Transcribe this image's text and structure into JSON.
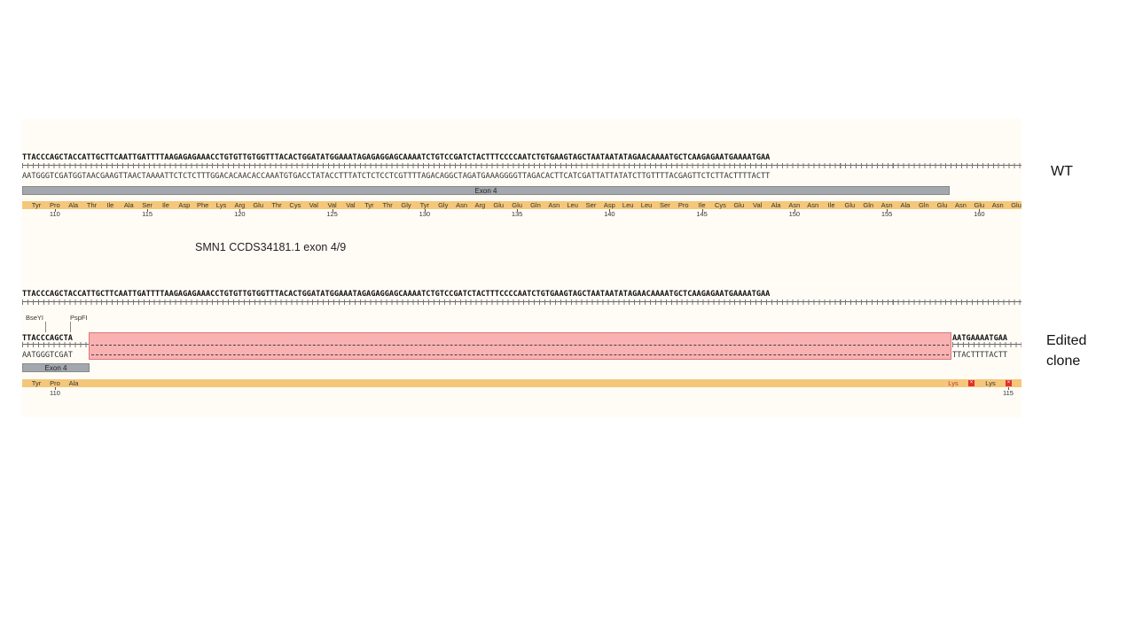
{
  "wt": {
    "label": "WT",
    "top_seq": "TTACCCAGCTACCATTGCTTCAATTGATTTTAAGAGAGAAACCTGTGTTGTGGTTTACACTGGATATGGAAATAGAGAGGAGCAAAATCTGTCCGATCTACTTTCCCCAATCTGTGAAGTAGCTAATAATATAGAACAAAATGCTCAAGAGAATGAAAATGAA",
    "bottom_seq": "AATGGGTCGATGGTAACGAAGTTAACTAAAATTCTCTCTTTGGACACAACACCAAATGTGACCTATACCTTTATCTCTCCTCGTTTTAGACAGGCTAGATGAAAGGGGTTAGACACTTCATCGATTATTATATCTTGTTTTACGAGTTCTCTTACTTTTACTT",
    "exon_label": "Exon 4",
    "amino_acids": [
      "Tyr",
      "Pro",
      "Ala",
      "Thr",
      "Ile",
      "Ala",
      "Ser",
      "Ile",
      "Asp",
      "Phe",
      "Lys",
      "Arg",
      "Glu",
      "Thr",
      "Cys",
      "Val",
      "Val",
      "Val",
      "Tyr",
      "Thr",
      "Gly",
      "Tyr",
      "Gly",
      "Asn",
      "Arg",
      "Glu",
      "Glu",
      "Gln",
      "Asn",
      "Leu",
      "Ser",
      "Asp",
      "Leu",
      "Leu",
      "Ser",
      "Pro",
      "Ile",
      "Cys",
      "Glu",
      "Val",
      "Ala",
      "Asn",
      "Asn",
      "Ile",
      "Glu",
      "Gln",
      "Asn",
      "Ala",
      "Gln",
      "Glu",
      "Asn",
      "Glu",
      "Asn",
      "Glu"
    ],
    "positions": [
      "110",
      "115",
      "120",
      "125",
      "130",
      "135",
      "140",
      "145",
      "150",
      "155",
      "160"
    ]
  },
  "caption": "SMN1 CCDS34181.1  exon 4/9",
  "edited": {
    "label_line1": "Edited",
    "label_line2": "clone",
    "ref_seq": "TTACCCAGCTACCATTGCTTCAATTGATTTTAAGAGAGAAACCTGTGTTGTGGTTTACACTGGATATGGAAATAGAGAGGAGCAAAATCTGTCCGATCTACTTTCCCCAATCTGTGAAGTAGCTAATAATATAGAACAAAATGCTCAAGAGAATGAAAATGAA",
    "enzymes": [
      "BseYI",
      "PspFI"
    ],
    "top_left": "TTACCCAGCTA",
    "top_right": "AATGAAAATGAA",
    "bottom_left": "AATGGGTCGAT",
    "bottom_right": "TTACTTTTACTT",
    "exon_label": "Exon 4",
    "amino_acids_left": [
      "Tyr",
      "Pro",
      "Ala"
    ],
    "amino_acids_right": [
      "Lys",
      "Lys"
    ],
    "positions": [
      "110",
      "115"
    ]
  },
  "colors": {
    "deletion": "#f9b1b1",
    "aa_band": "#f5c77a",
    "exon": "#a3a8ae",
    "stop": "#e03030"
  }
}
